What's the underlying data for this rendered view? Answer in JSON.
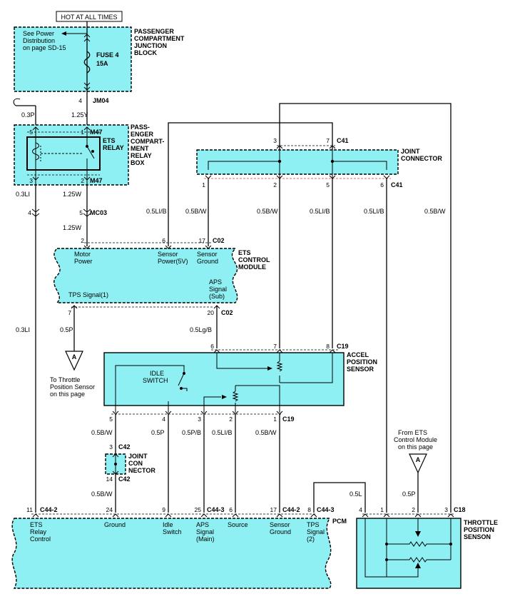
{
  "header": {
    "hot": "HOT AT ALL TIMES"
  },
  "pjb": {
    "title": [
      "PASSENGER",
      "COMPARTMENT",
      "JUNCTION",
      "BLOCK"
    ],
    "note": [
      "See Power",
      "Distribution",
      "on page SD-15"
    ],
    "fuse": [
      "FUSE  4",
      "15A"
    ],
    "pin": "4",
    "conn": "JM04"
  },
  "relay_box": {
    "title": [
      "PASS-",
      "ENGER",
      "COMPART-",
      "MENT",
      "RELAY",
      "BOX"
    ],
    "relay": [
      "ETS",
      "RELAY"
    ],
    "conn_top": "M47",
    "conn_bot": "M47",
    "pins": {
      "p5": "5",
      "p1": "1",
      "p3": "3",
      "p2": "2"
    }
  },
  "wires": {
    "w_03p": "0.3P",
    "w_125y": "1.25Y",
    "w_03li_a": "0.3LI",
    "w_125w_a": "1.25W",
    "w_125w_b": "1.25W",
    "w_05lib_a": "0.5LI/B",
    "w_05bw_a": "0.5B/W",
    "w_05bw_b": "0.5B/W",
    "w_05lib_b": "0.5LI/B",
    "w_05lib_c": "0.5LI/B",
    "w_05bw_c": "0.5B/W",
    "w_05p_a": "0.5P",
    "w_05lgb": "0.5Lg/B",
    "w_03li_b": "0.3LI",
    "w_05bw_d": "0.5B/W",
    "w_05p_b": "0.5P",
    "w_05pb": "0.5P/B",
    "w_05lib_d": "0.5LI/B",
    "w_05bw_e": "0.5B/W",
    "w_05bw_f": "0.5B/W",
    "w_05l": "0.5L",
    "w_05p_c": "0.5P"
  },
  "mc03": {
    "conn": "MC03",
    "pin4": "4",
    "pin5": "5"
  },
  "joint_top": {
    "title": [
      "JOINT",
      "CONNECTOR"
    ],
    "conn_top": "C41",
    "conn_bot": "C41",
    "pins": {
      "t3": "3",
      "t7": "7",
      "b1": "1",
      "b2": "2",
      "b5": "5",
      "b6": "6"
    }
  },
  "ets_module": {
    "title": [
      "ETS",
      "CONTROL",
      "MODULE"
    ],
    "conn_top": "C02",
    "conn_bot": "C02",
    "pins": {
      "p2": "2",
      "p6": "6",
      "p17": "17",
      "p7": "7",
      "p20": "20"
    },
    "labels": {
      "motor": [
        "Motor",
        "Power"
      ],
      "sensor_power": [
        "Sensor",
        "Power(5V)"
      ],
      "sensor_ground": [
        "Sensor",
        "Ground"
      ],
      "tps": "TPS Signal(1)",
      "aps": [
        "APS",
        "Signal",
        "(Sub)"
      ]
    }
  },
  "ref_a_left": {
    "letter": "A",
    "note": [
      "To Throttle",
      "Position Sensor",
      "on this page"
    ]
  },
  "accel": {
    "title": [
      "ACCEL",
      "POSITION",
      "SENSOR"
    ],
    "conn_top": "C19",
    "conn_bot": "C19",
    "idle": [
      "IDLE",
      "SWITCH"
    ],
    "pins": {
      "t6": "6",
      "t7": "7",
      "t8": "8",
      "b5": "5",
      "b4": "4",
      "b3": "3",
      "b2": "2",
      "b1": "1"
    }
  },
  "joint_c42": {
    "title": [
      "JOINT",
      "CON",
      "NECTOR"
    ],
    "conn_top": "C42",
    "conn_bot": "C42",
    "pins": {
      "top": "3",
      "bot": "14"
    }
  },
  "ref_a_right": {
    "letter": "A",
    "note": [
      "From ETS",
      "Control Module",
      "on this page"
    ]
  },
  "pcm": {
    "title": "PCM",
    "conn_a": "C44-2",
    "conn_b": "C44-3",
    "conn_c": "C44-2",
    "conn_d": "C44-3",
    "pins": {
      "p11": "11",
      "p24": "24",
      "p9": "9",
      "p25": "25",
      "p6": "6",
      "p17": "17",
      "p8": "8"
    },
    "labels": {
      "ets_relay": [
        "ETS",
        "Relay",
        "Control"
      ],
      "ground": "Ground",
      "idle": [
        "Idle",
        "Switch"
      ],
      "aps": [
        "APS",
        "Signal",
        "(Main)"
      ],
      "source": "Source",
      "sensor_ground": [
        "Sensor",
        "Ground"
      ],
      "tps": [
        "TPS",
        "Signal",
        "(2)"
      ]
    }
  },
  "tps": {
    "title": [
      "THROTTLE",
      "POSITION",
      "SENSON"
    ],
    "conn": "C18",
    "pins": {
      "p4": "4",
      "p1": "1",
      "p2": "2",
      "p3": "3"
    }
  }
}
